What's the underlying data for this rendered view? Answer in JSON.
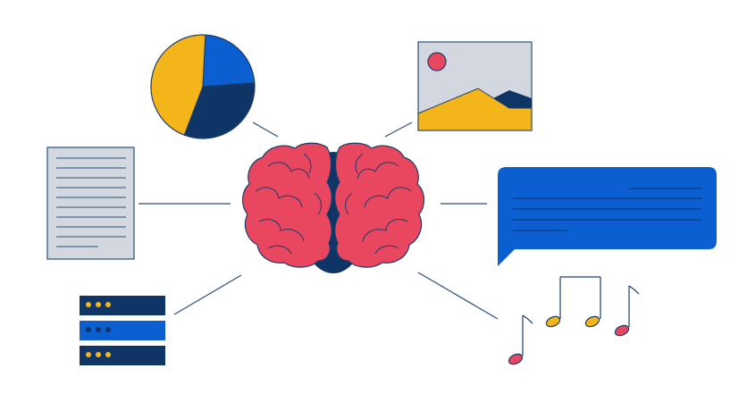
{
  "colors": {
    "brain_pink": "#e8475f",
    "brain_core": "#0e3566",
    "navy": "#0e3566",
    "blue": "#0b5fd0",
    "yellow": "#f3b51a",
    "gray_fill": "#d3d8e0",
    "line": "#2a4f7a",
    "white": "#ffffff"
  },
  "icons": {
    "center": "brain-icon",
    "top_left": "pie-chart-icon",
    "top_right": "landscape-image-icon",
    "left": "document-icon",
    "right": "speech-bubble-icon",
    "bottom_left": "server-stack-icon",
    "bottom_right": "music-notes-icon"
  },
  "pie_chart": {
    "slices": [
      {
        "name": "yellow",
        "fraction": 0.45
      },
      {
        "name": "blue",
        "fraction": 0.23
      },
      {
        "name": "navy",
        "fraction": 0.32
      }
    ]
  },
  "server_stack": {
    "units": 3
  }
}
